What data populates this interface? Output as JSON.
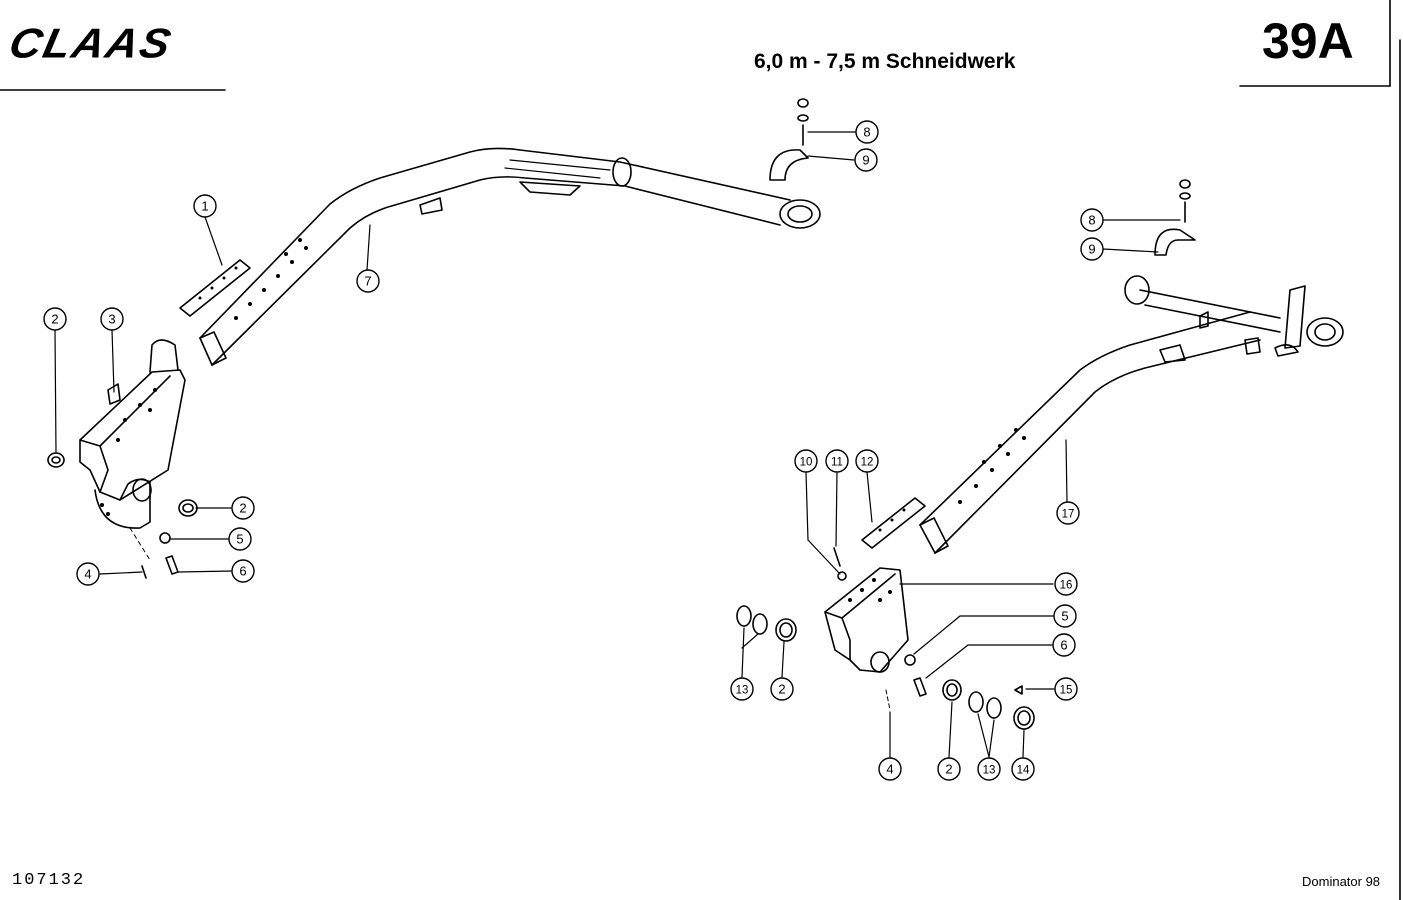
{
  "header": {
    "brand": "CLAAS",
    "title": "6,0 m - 7,5 m Schneidwerk",
    "page_code": "39A"
  },
  "footer": {
    "drawing_number": "107132",
    "model": "Dominator 98"
  },
  "callouts": [
    {
      "id": "c1",
      "label": "1"
    },
    {
      "id": "c2a",
      "label": "2"
    },
    {
      "id": "c3",
      "label": "3"
    },
    {
      "id": "c2b",
      "label": "2"
    },
    {
      "id": "c5a",
      "label": "5"
    },
    {
      "id": "c4a",
      "label": "4"
    },
    {
      "id": "c6a",
      "label": "6"
    },
    {
      "id": "c7",
      "label": "7"
    },
    {
      "id": "c8a",
      "label": "8"
    },
    {
      "id": "c9a",
      "label": "9"
    },
    {
      "id": "c8b",
      "label": "8"
    },
    {
      "id": "c9b",
      "label": "9"
    },
    {
      "id": "c17",
      "label": "17"
    },
    {
      "id": "c10",
      "label": "10"
    },
    {
      "id": "c11",
      "label": "11"
    },
    {
      "id": "c12",
      "label": "12"
    },
    {
      "id": "c16",
      "label": "16"
    },
    {
      "id": "c5b",
      "label": "5"
    },
    {
      "id": "c6b",
      "label": "6"
    },
    {
      "id": "c15",
      "label": "15"
    },
    {
      "id": "c13a",
      "label": "13"
    },
    {
      "id": "c2c",
      "label": "2"
    },
    {
      "id": "c4b",
      "label": "4"
    },
    {
      "id": "c2d",
      "label": "2"
    },
    {
      "id": "c13b",
      "label": "13"
    },
    {
      "id": "c14",
      "label": "14"
    }
  ]
}
